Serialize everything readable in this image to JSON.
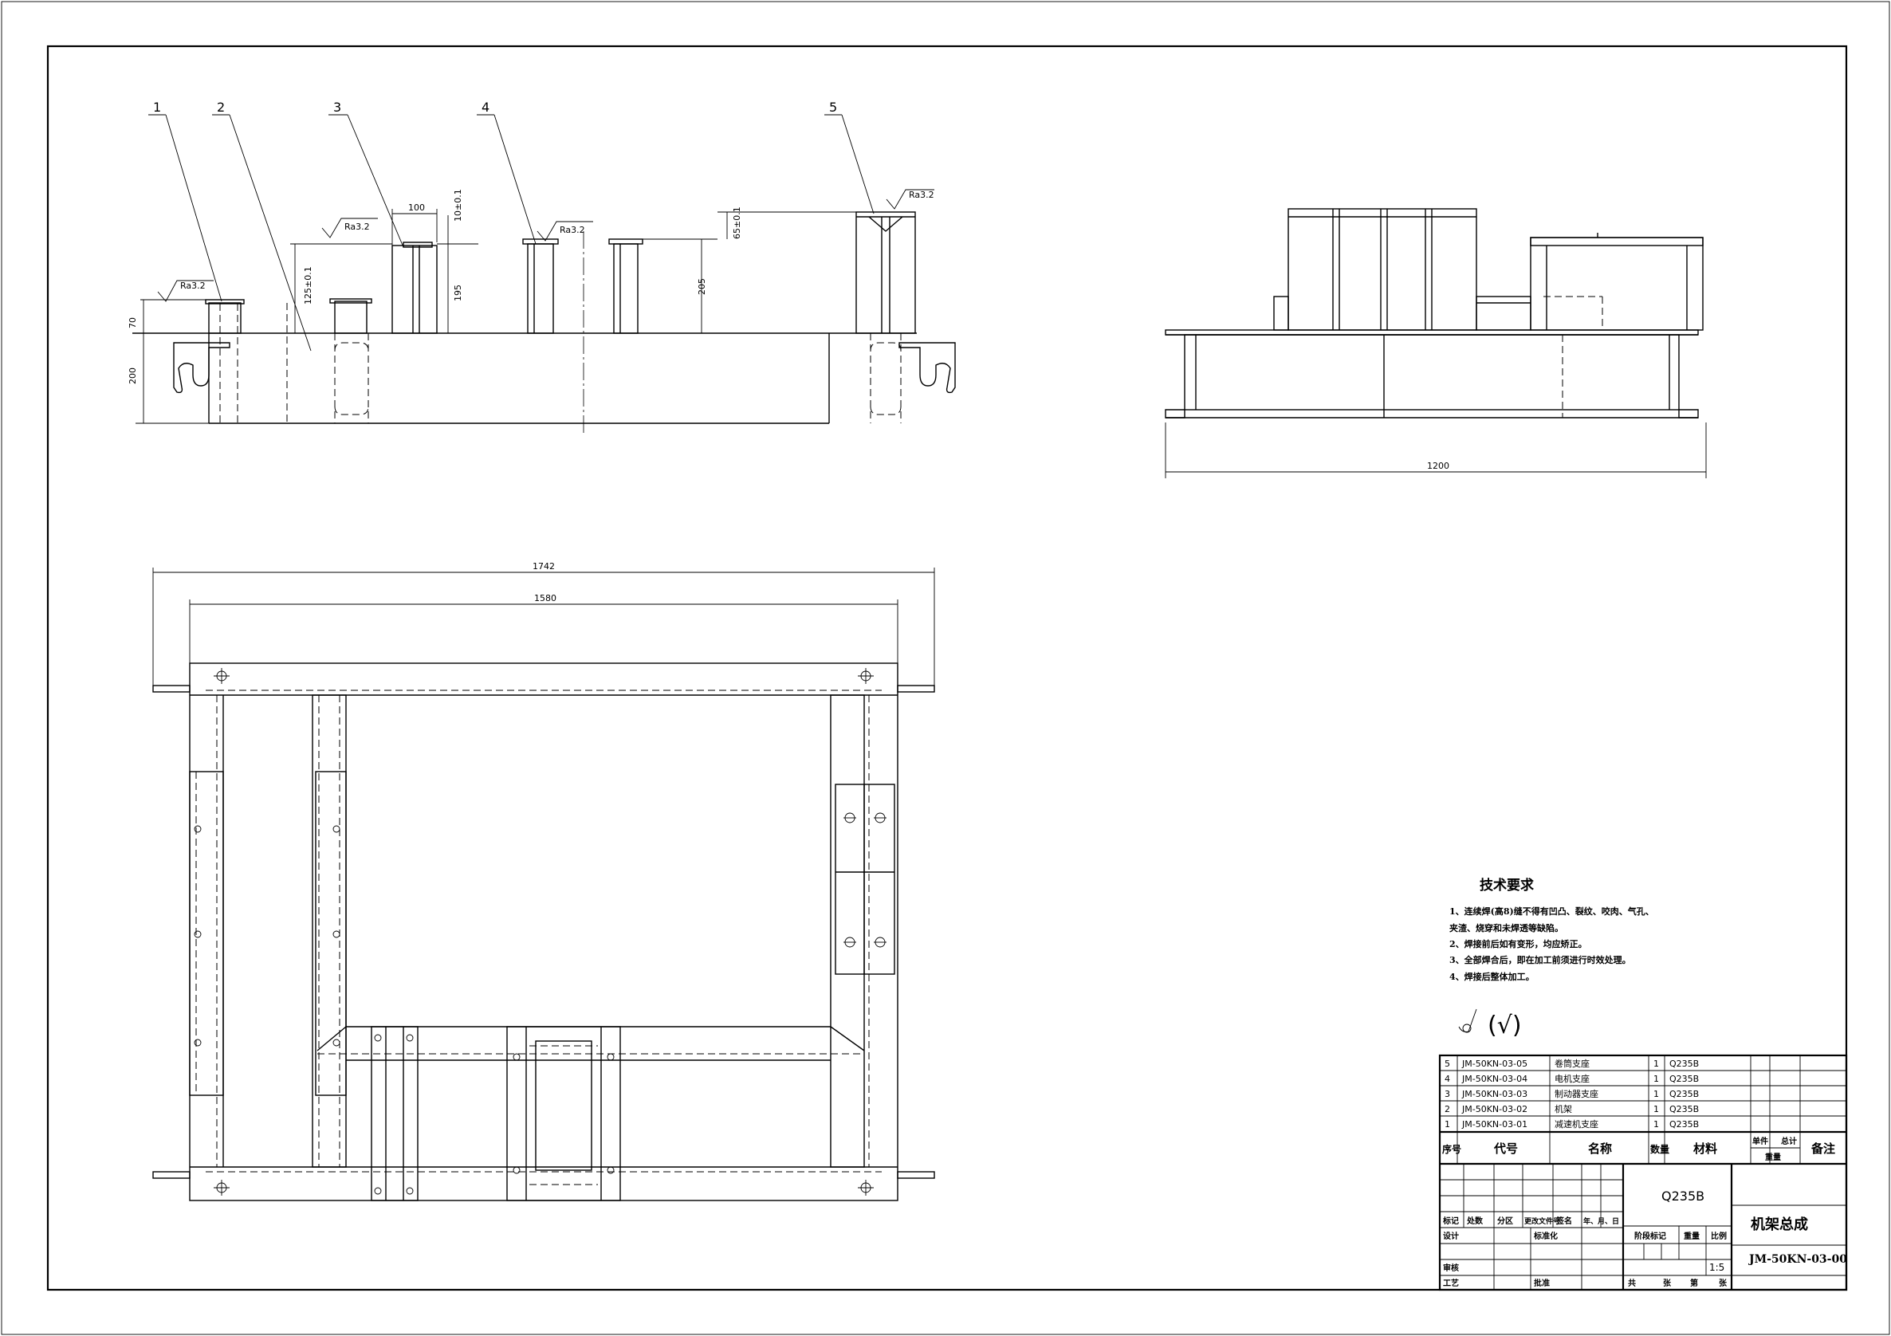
{
  "balloons": [
    "1",
    "2",
    "3",
    "4",
    "5"
  ],
  "roughness": "Ra3.2",
  "dimensions": {
    "d70": "70",
    "d200": "200",
    "d100": "100",
    "d125": "125±0.1",
    "d10": "10±0.1",
    "d195": "195",
    "d205": "205",
    "d65": "65±0.1",
    "d1200": "1200",
    "d1742": "1742",
    "d1580": "1580"
  },
  "tech_requirements": {
    "title": "技术要求",
    "lines": [
      "1、连续焊(高8)缝不得有凹凸、裂纹、咬肉、气孔、",
      "夹渣、烧穿和未焊透等缺陷。",
      "2、焊接前后如有变形，均应矫正。",
      "3、全部焊合后，即在加工前须进行时效处理。",
      "4、焊接后整体加工。"
    ]
  },
  "roughness_note": "(√)",
  "parts_list": {
    "rows": [
      {
        "no": "5",
        "code": "JM-50KN-03-05",
        "name": "卷筒支座",
        "qty": "1",
        "material": "Q235B"
      },
      {
        "no": "4",
        "code": "JM-50KN-03-04",
        "name": "电机支座",
        "qty": "1",
        "material": "Q235B"
      },
      {
        "no": "3",
        "code": "JM-50KN-03-03",
        "name": "制动器支座",
        "qty": "1",
        "material": "Q235B"
      },
      {
        "no": "2",
        "code": "JM-50KN-03-02",
        "name": "机架",
        "qty": "1",
        "material": "Q235B"
      },
      {
        "no": "1",
        "code": "JM-50KN-03-01",
        "name": "减速机支座",
        "qty": "1",
        "material": "Q235B"
      }
    ],
    "header": {
      "no": "序号",
      "code": "代号",
      "name": "名称",
      "qty": "数量",
      "material": "材料",
      "unit": "单件",
      "total": "总计",
      "weight": "重量",
      "remark": "备注"
    }
  },
  "title_block": {
    "material": "Q235B",
    "drawing_name": "机架总成",
    "drawing_no": "JM-50KN-03-00",
    "scale": "1:5",
    "labels": {
      "mark": "标记",
      "count": "处数",
      "zone": "分区",
      "change_doc": "更改文件号",
      "sign": "签名",
      "date": "年、月、日",
      "design": "设计",
      "standard": "标准化",
      "stage": "阶段标记",
      "weight": "重量",
      "ratio": "比例",
      "check": "审核",
      "craft": "工艺",
      "approve": "批准",
      "total_sheets": "共",
      "sheets": "张",
      "sheet_no": "第",
      "sheet": "张"
    }
  }
}
